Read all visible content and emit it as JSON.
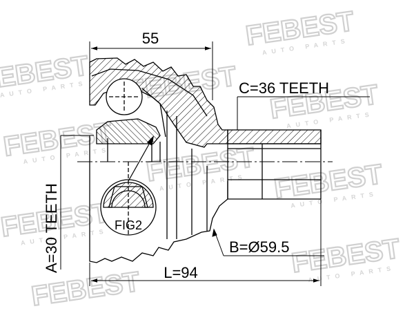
{
  "watermark": {
    "brand": "FEBEST",
    "tagline": "AUTO PARTS"
  },
  "dimensions": {
    "top_length": "55",
    "total_length": "L=94",
    "outer_diameter": "B=Ø59.5",
    "inner_teeth": "A=30 TEETH",
    "outer_teeth": "C=36 TEETH",
    "figure_label": "FIG2"
  },
  "colors": {
    "line": "#000000",
    "hatch": "#000000",
    "watermark": "#d2d2d2"
  }
}
